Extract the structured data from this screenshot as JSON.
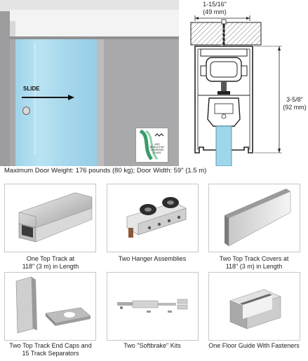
{
  "drawing": {
    "width_label": "1-15/16\"",
    "width_metric": "(49 mm)",
    "height_label": "3-5/8\"",
    "height_metric": "(92 mm)"
  },
  "photo": {
    "slide_label": "SLIDE",
    "logo_text_1": "ASG",
    "logo_text_2": "MONOLITHIC",
    "logo_text_3": "TEMPERED",
    "logo_text_4": "GLASS"
  },
  "caption": "Maximum Door Weight: 176 pounds (80 kg); Door Width: 59\" (1.5 m)",
  "items": [
    {
      "line1": "One Top Track at",
      "line2": "118\" (3 m) in Length"
    },
    {
      "line1": "Two Hanger Assemblies",
      "line2": ""
    },
    {
      "line1": "Two Top Track Covers at",
      "line2": "118\" (3 m) in Length"
    },
    {
      "line1": "Two Top Track End Caps and",
      "line2": "15 Track Separators"
    },
    {
      "line1": "Two \"Softbrake\" Kits",
      "line2": ""
    },
    {
      "line1": "One Floor Guide With Fasteners",
      "line2": ""
    }
  ]
}
